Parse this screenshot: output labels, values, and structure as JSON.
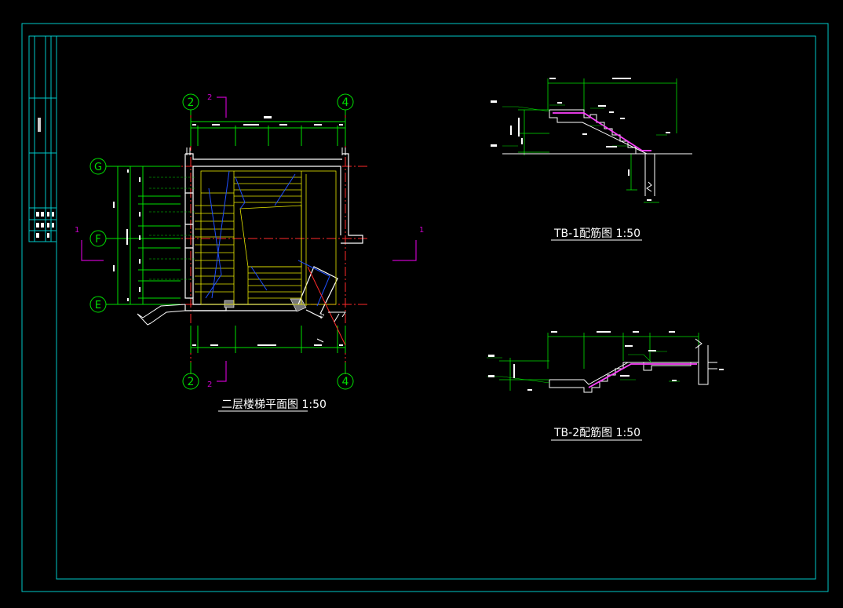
{
  "drawing": {
    "colors": {
      "background": "#000000",
      "frame": "#00c8c8",
      "axis_line": "#ff2a2a",
      "grid_bubble": "#00e000",
      "dimension": "#00e000",
      "wall": "#ffffff",
      "stair": "#e8e800",
      "section_mark": "#c800c8",
      "hidden": "#2050ff",
      "rebar": "#ff40ff"
    },
    "views": {
      "plan": {
        "title": "二层楼梯平面图 1:50",
        "axis_labels": {
          "top_left": "2",
          "top_right": "4",
          "bottom_left": "2",
          "bottom_right": "4",
          "row_top": "G",
          "row_mid": "F",
          "row_bottom": "E"
        },
        "section_tags": {
          "top": "2",
          "bottom": "2",
          "left": "1",
          "right": "1"
        }
      },
      "tb1": {
        "title": "TB-1配筋图 1:50"
      },
      "tb2": {
        "title": "TB-2配筋图 1:50"
      }
    }
  }
}
